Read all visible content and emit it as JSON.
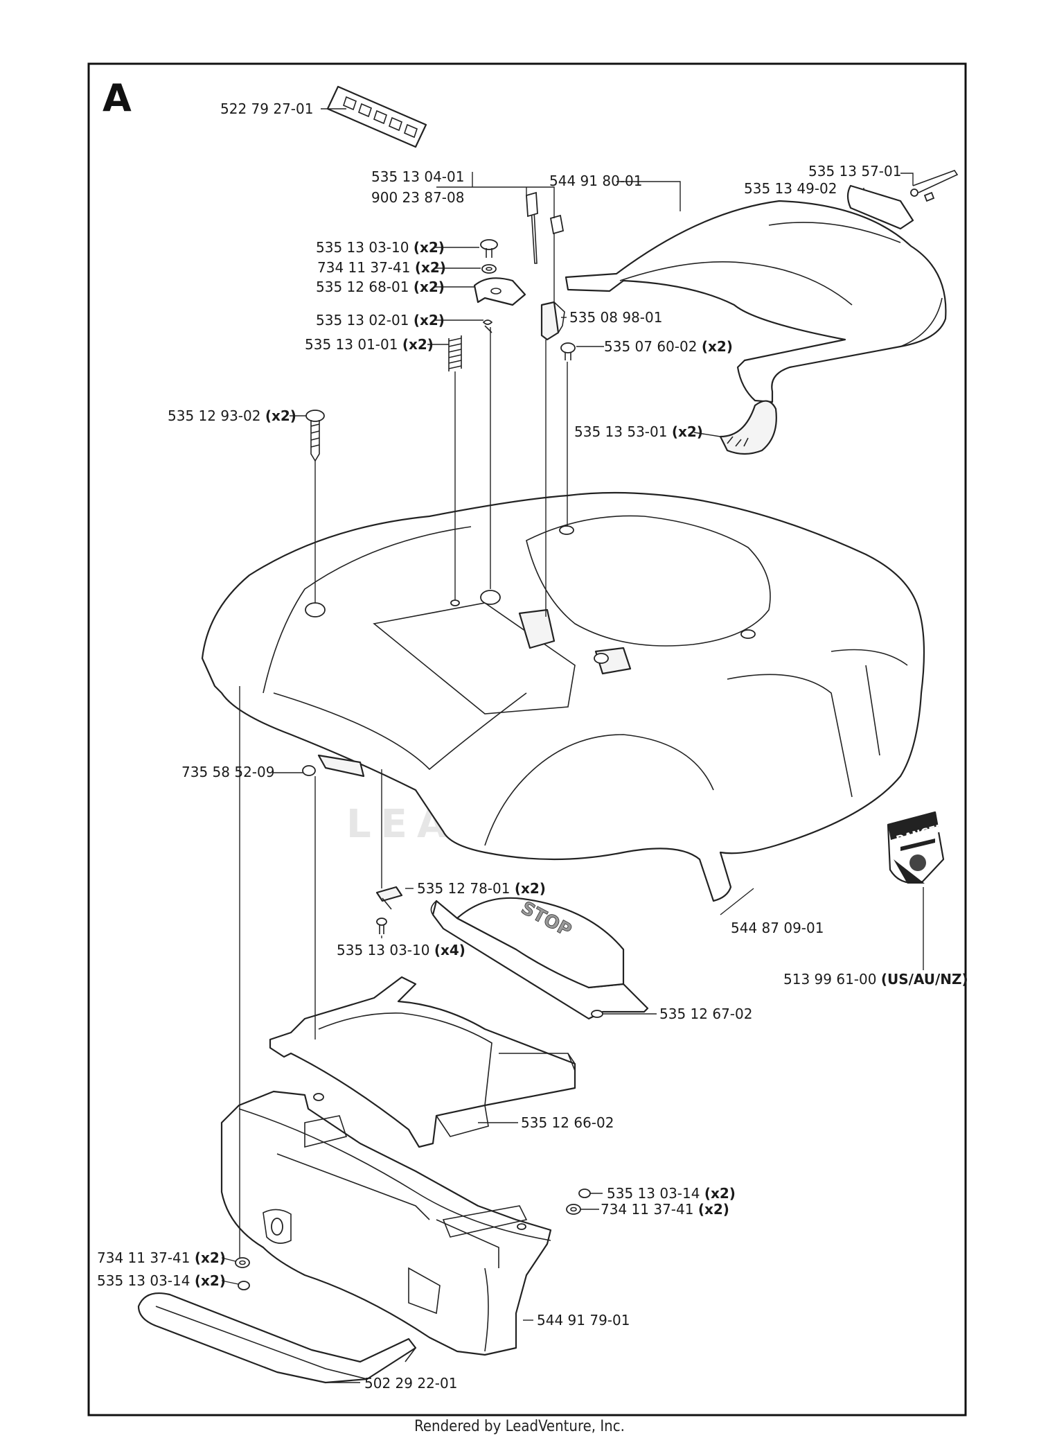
{
  "section_label": "A",
  "watermark": "LEADVENTURE",
  "footer": "Rendered by LeadVenture, Inc.",
  "labels": [
    {
      "id": "p1",
      "num": "522 79 27-01",
      "qty": ""
    },
    {
      "id": "p2",
      "num": "535 13 04-01",
      "qty": ""
    },
    {
      "id": "p3",
      "num": "900 23 87-08",
      "qty": ""
    },
    {
      "id": "p4",
      "num": "544 91 80-01",
      "qty": ""
    },
    {
      "id": "p5",
      "num": "535 13 57-01",
      "qty": ""
    },
    {
      "id": "p6",
      "num": "535 13 49-02",
      "qty": ""
    },
    {
      "id": "p7",
      "num": "535 13 03-10",
      "qty": "(x2)"
    },
    {
      "id": "p8",
      "num": "734 11 37-41",
      "qty": "(x2)"
    },
    {
      "id": "p9",
      "num": "535 12 68-01",
      "qty": "(x2)"
    },
    {
      "id": "p10",
      "num": "535 13 02-01",
      "qty": "(x2)"
    },
    {
      "id": "p11",
      "num": "535 08 98-01",
      "qty": ""
    },
    {
      "id": "p12",
      "num": "535 13 01-01",
      "qty": "(x2)"
    },
    {
      "id": "p13",
      "num": "535 07 60-02",
      "qty": "(x2)"
    },
    {
      "id": "p14",
      "num": "535 12 93-02",
      "qty": "(x2)"
    },
    {
      "id": "p15",
      "num": "535 13 53-01",
      "qty": "(x2)"
    },
    {
      "id": "p16",
      "num": "735 58 52-09",
      "qty": ""
    },
    {
      "id": "p17",
      "num": "535 12 78-01",
      "qty": "(x2)"
    },
    {
      "id": "p18",
      "num": "544 87 09-01",
      "qty": ""
    },
    {
      "id": "p19",
      "num": "535 13 03-10",
      "qty": "(x4)"
    },
    {
      "id": "p20",
      "num": "513 99 61-00",
      "qty": "(US/AU/NZ)"
    },
    {
      "id": "p21",
      "num": "535 12 67-02",
      "qty": ""
    },
    {
      "id": "p22",
      "num": "535 12 66-02",
      "qty": ""
    },
    {
      "id": "p23",
      "num": "535 13 03-14",
      "qty": "(x2)"
    },
    {
      "id": "p24",
      "num": "734 11 37-41",
      "qty": "(x2)"
    },
    {
      "id": "p25",
      "num": "734 11 37-41",
      "qty": "(x2)"
    },
    {
      "id": "p26",
      "num": "535 13 03-14",
      "qty": "(x2)"
    },
    {
      "id": "p27",
      "num": "544 91 79-01",
      "qty": ""
    },
    {
      "id": "p28",
      "num": "502 29 22-01",
      "qty": ""
    }
  ],
  "decal_text": {
    "danger": "DANGER",
    "stop": "STOP"
  },
  "icons": [
    "warning-decal-icon",
    "danger-decal-icon",
    "stop-button-icon"
  ]
}
